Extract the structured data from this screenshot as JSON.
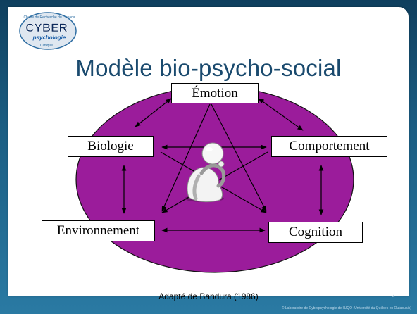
{
  "slide": {
    "title": "Modèle bio-psycho-social",
    "caption": "Adapté de Bandura (1986)",
    "footer": "© Laboratoire de Cyberpsychologie de l'UQO (Université du Québec en Outaouais)",
    "page_number": "4"
  },
  "logo": {
    "top_text": "Chaire de Recherche du Canada",
    "word_cyber": "CYBER",
    "word_psychologie": "psychologie",
    "bottom_text": "Clinique"
  },
  "diagram": {
    "nodes": {
      "emotion": "Émotion",
      "biologie": "Biologie",
      "comportement": "Comportement",
      "environnement": "Environnement",
      "cognition": "Cognition"
    },
    "ellipse_color": "#9b1c9b",
    "figure_icon": "thinking-person-figure"
  }
}
